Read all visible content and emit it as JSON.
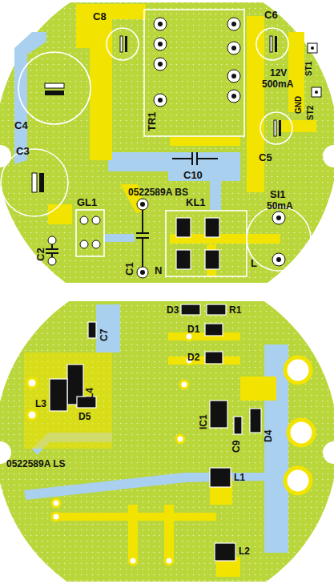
{
  "diagram": {
    "labels": [
      "C8",
      "TR1",
      "C6",
      "ST1",
      "12V",
      "500mA",
      "GND",
      "ST2",
      "C4",
      "C10",
      "C5",
      "C3",
      "0522589A BS",
      "SI1",
      "50mA",
      "GL1",
      "C2",
      "KL1",
      "C1",
      "N",
      "L",
      "D3",
      "R1",
      "D1",
      "D2",
      "C7",
      "L4",
      "L3",
      "D5",
      "IC1",
      "C9",
      "D4",
      "0522589A LS",
      "L1",
      "L2"
    ]
  }
}
